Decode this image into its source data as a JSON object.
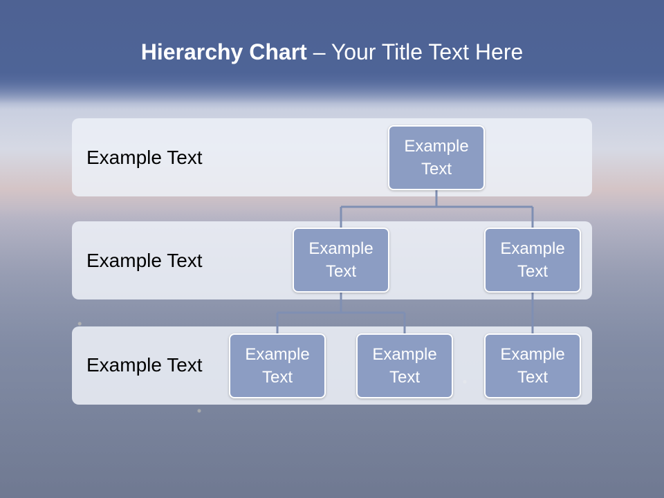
{
  "title": {
    "bold": "Hierarchy Chart",
    "rest": " – Your Title Text Here"
  },
  "levels": [
    "Example Text",
    "Example Text",
    "Example Text"
  ],
  "nodes": {
    "root": "Example Text",
    "child_left": "Example Text",
    "child_right": "Example Text",
    "grandchild_1": "Example Text",
    "grandchild_2": "Example Text",
    "grandchild_3": "Example Text"
  },
  "colors": {
    "title_band": "#4e6497",
    "node_fill": "#8c9dc3",
    "band_fill": "#eceff6",
    "connector": "#7f8fb3"
  }
}
